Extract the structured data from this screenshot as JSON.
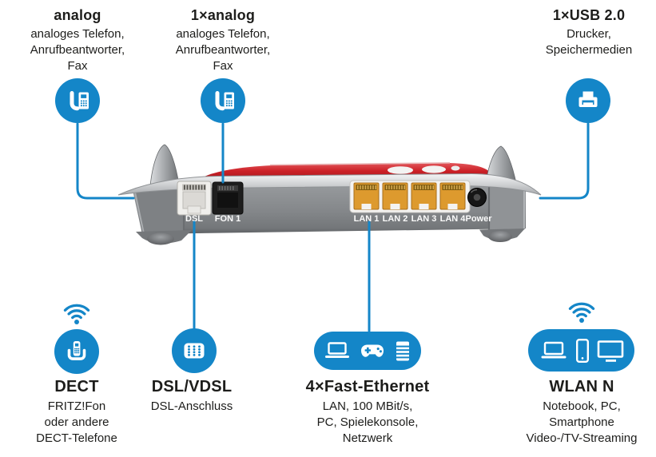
{
  "colors": {
    "accent_blue": "#1486c8",
    "router_red": "#cc2127",
    "router_gray": "#8a8d90",
    "text_dark": "#1d1d1b"
  },
  "top_callouts": [
    {
      "title": "analog",
      "lines": [
        "analoges Telefon,",
        "Anrufbeantworter,",
        "Fax"
      ],
      "icon": "corded-phone-icon"
    },
    {
      "title": "1×analog",
      "lines": [
        "analoges Telefon,",
        "Anrufbeantworter,",
        "Fax"
      ],
      "icon": "corded-phone-icon"
    },
    {
      "title": "1×USB 2.0",
      "lines": [
        "Drucker,",
        "Speichermedien"
      ],
      "icon": "printer-icon"
    }
  ],
  "bottom_callouts": [
    {
      "title": "DECT",
      "lines": [
        "FRITZ!Fon",
        "oder andere",
        "DECT-Telefone"
      ],
      "icon": "dect-handset-icon",
      "wireless": true
    },
    {
      "title": "DSL/VDSL",
      "lines": [
        "DSL-Anschluss"
      ],
      "icon": "dsl-jack-icon",
      "wireless": false
    },
    {
      "title": "4×Fast-Ethernet",
      "lines": [
        "LAN, 100 MBit/s,",
        "PC, Spielekonsole,",
        "Netzwerk"
      ],
      "icons": [
        "laptop-icon",
        "gamepad-icon",
        "server-icon"
      ],
      "wireless": false
    },
    {
      "title": "WLAN N",
      "lines": [
        "Notebook, PC,",
        "Smartphone",
        "Video-/TV-Streaming"
      ],
      "icons": [
        "laptop-icon",
        "smartphone-icon",
        "tv-icon"
      ],
      "wireless": true
    }
  ],
  "router": {
    "ports": [
      {
        "label": "DSL"
      },
      {
        "label": "FON 1"
      },
      {
        "label": "LAN 1"
      },
      {
        "label": "LAN 2"
      },
      {
        "label": "LAN 3"
      },
      {
        "label": "LAN 4"
      },
      {
        "label": "Power"
      }
    ]
  }
}
